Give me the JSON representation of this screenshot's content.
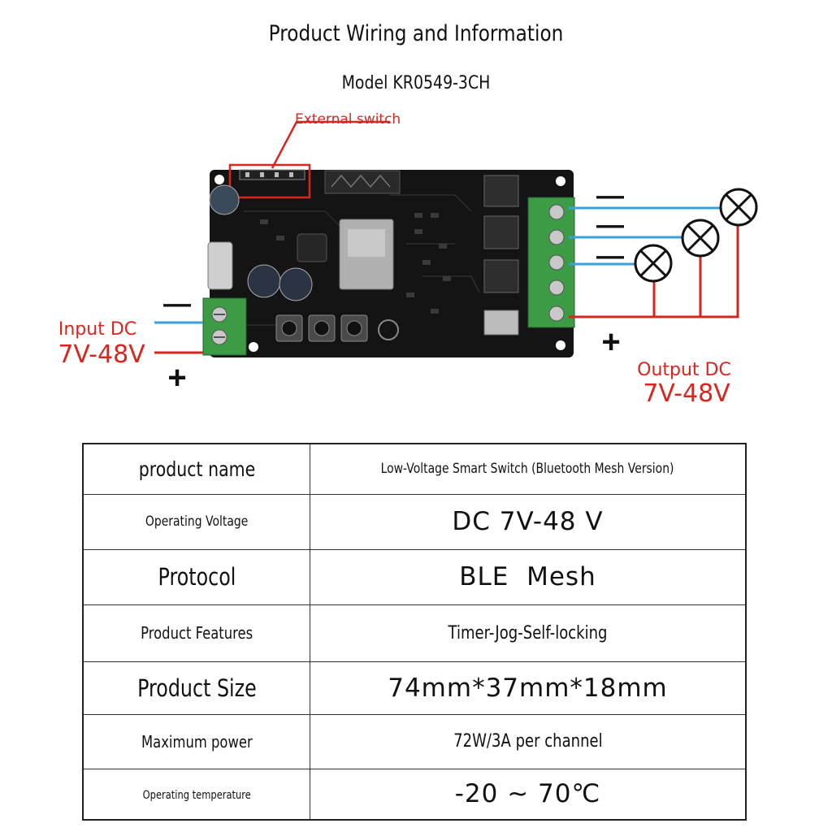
{
  "header": {
    "title": "Product Wiring and Information",
    "model": "Model KR0549-3CH"
  },
  "diagram": {
    "external_switch_label": "External switch",
    "input_label": "Input DC",
    "input_voltage": "7V-48V",
    "output_label": "Output DC",
    "output_voltage": "7V-48V",
    "minus_sign": "—",
    "plus_sign": "+",
    "colors": {
      "red": "#d8261f",
      "blue": "#3aa0dc",
      "board": "#141414",
      "terminal": "#3d9a45"
    }
  },
  "specs": [
    {
      "label": "product name",
      "value": "Low-Voltage Smart Switch (Bluetooth Mesh Version)"
    },
    {
      "label": "Operating Voltage",
      "value": "DC 7V-48 V"
    },
    {
      "label": "Protocol",
      "value": "BLE  Mesh"
    },
    {
      "label": "Product Features",
      "value": "Timer-Jog-Self-locking"
    },
    {
      "label": "Product Size",
      "value": "74mm*37mm*18mm"
    },
    {
      "label": "Maximum power",
      "value": "72W/3A per channel"
    },
    {
      "label": "Operating temperature",
      "value": "-20 ~ 70℃"
    }
  ]
}
